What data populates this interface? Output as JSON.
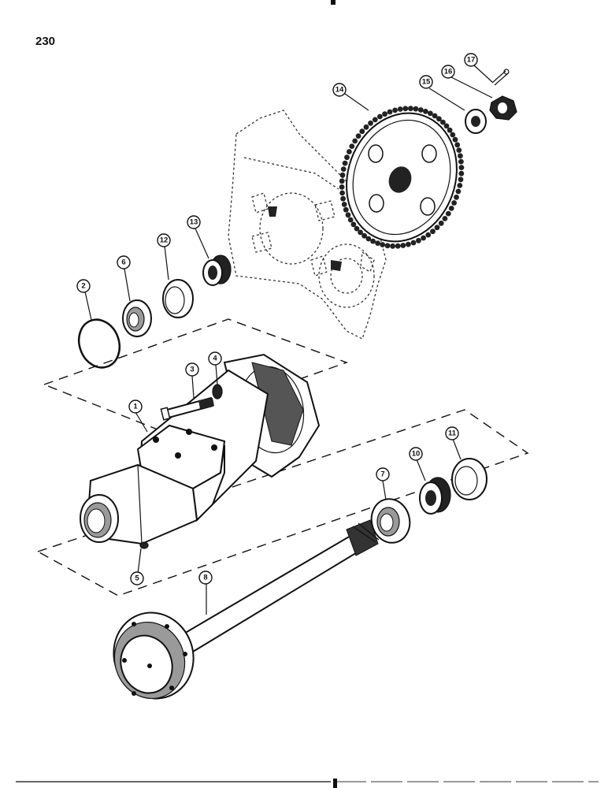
{
  "page_number": "230",
  "callouts": [
    {
      "id": "c1",
      "label": "1"
    },
    {
      "id": "c2",
      "label": "2"
    },
    {
      "id": "c3",
      "label": "3"
    },
    {
      "id": "c4",
      "label": "4"
    },
    {
      "id": "c5",
      "label": "5"
    },
    {
      "id": "c6",
      "label": "6"
    },
    {
      "id": "c7",
      "label": "7"
    },
    {
      "id": "c8",
      "label": "8"
    },
    {
      "id": "c10",
      "label": "10"
    },
    {
      "id": "c11",
      "label": "11"
    },
    {
      "id": "c12",
      "label": "12"
    },
    {
      "id": "c13",
      "label": "13"
    },
    {
      "id": "c14",
      "label": "14"
    },
    {
      "id": "c15",
      "label": "15"
    },
    {
      "id": "c16",
      "label": "16"
    },
    {
      "id": "c17",
      "label": "17"
    }
  ]
}
